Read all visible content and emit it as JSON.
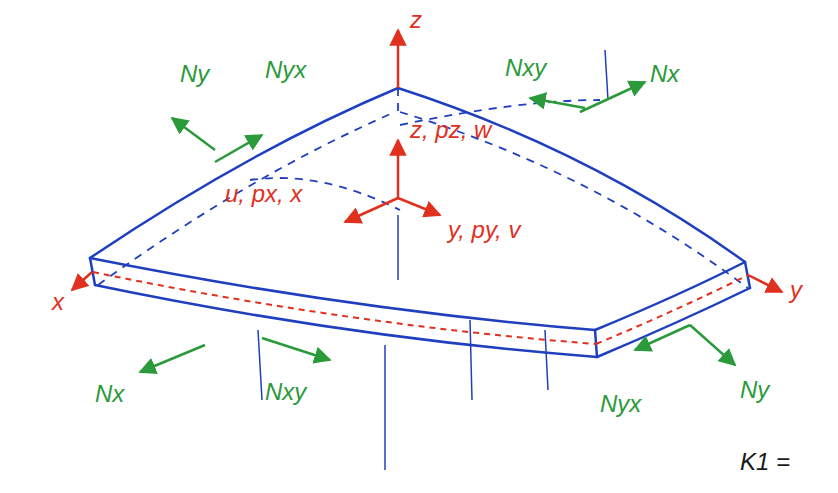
{
  "diagram": {
    "labels": [
      "z",
      "Ny",
      "Nyx",
      "Nxy",
      "Nx",
      "z, pz, w",
      "u, px, x",
      "y, py, v",
      "x",
      "y",
      "Nx",
      "Nxy",
      "Nyx",
      "Ny",
      "K1 ="
    ]
  }
}
